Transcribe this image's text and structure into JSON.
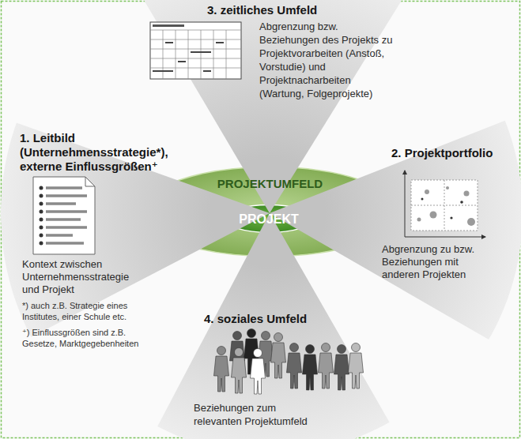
{
  "diagram": {
    "nodes": [
      {
        "text": [
          "PROJEKTUMFELD"
        ]
      },
      {
        "text": [
          "PROJEKT"
        ],
        "in": 0
      },
      {
        "text": [
          "3. zeitliches Umfeld",
          "Abgrenzung bzw. Beziehungen des Projekts zu Projektvorarbeiten (Anstoß, Vorstudie) und Projektnacharbeiten (Wartung, Folgeprojekte)"
        ]
      },
      {
        "text": [
          "1. Leitbild (Unternehmensstrategie*), externe Einflussgrößen⁺",
          "Kontext zwischen Unternehmensstrategie und Projekt"
        ]
      },
      {
        "text": [
          "2. Projektportfolio",
          "Abgrenzung zu bzw. Beziehungen mit anderen Projekten"
        ]
      },
      {
        "text": [
          "4. soziales Umfeld",
          "Beziehungen zum relevanten Projektumfeld"
        ]
      }
    ],
    "labels": [
      "*) auch z.B. Strategie eines Institutes, einer Schule etc.",
      "⁺) Einflussgrößen sind z.B. Gesetze, Marktgegebenheiten"
    ]
  }
}
